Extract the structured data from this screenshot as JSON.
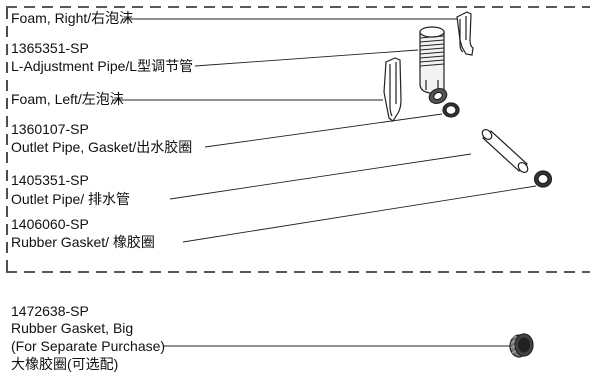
{
  "parts_in_kit": [
    {
      "lines": [
        "Foam, Right/右泡沫"
      ]
    },
    {
      "lines": [
        "1365351-SP",
        "L-Adjustment Pipe/L型调节管"
      ]
    },
    {
      "lines": [
        "Foam, Left/左泡沫"
      ]
    },
    {
      "lines": [
        "1360107-SP",
        "Outlet Pipe, Gasket/出水胶圈"
      ]
    },
    {
      "lines": [
        "1405351-SP",
        "Outlet Pipe/ 排水管"
      ]
    },
    {
      "lines": [
        "1406060-SP",
        "Rubber Gasket/ 橡胶圈"
      ]
    }
  ],
  "separate_part": {
    "lines": [
      "1472638-SP",
      "Rubber Gasket, Big",
      "(For Separate Purchase)",
      "大橡胶圈(可选配)"
    ]
  }
}
